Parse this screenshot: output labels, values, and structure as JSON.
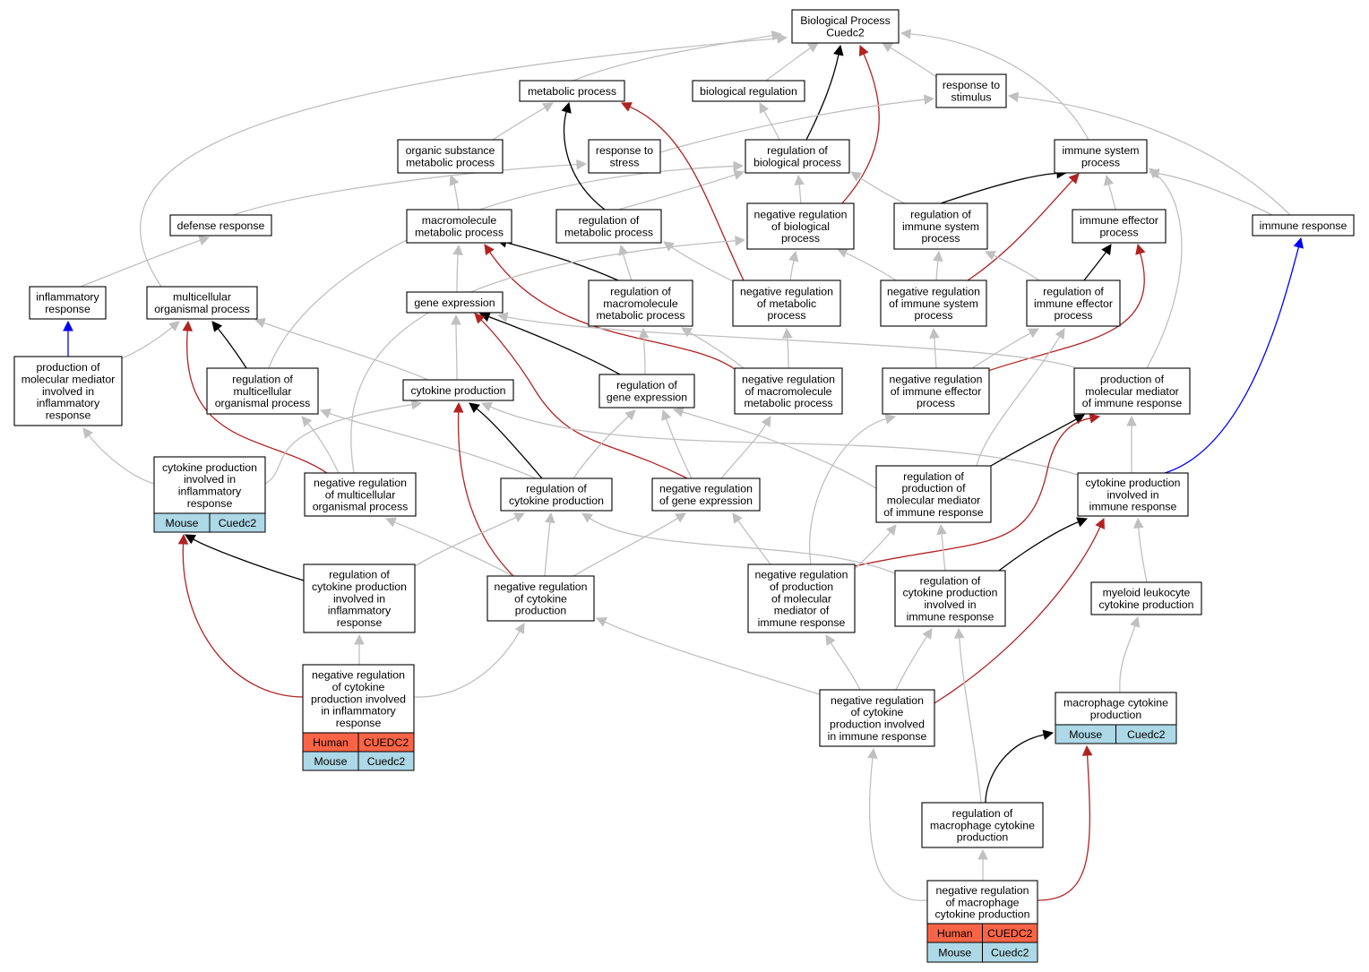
{
  "colors": {
    "is_a": "#c0c0c0",
    "regulates": "#000000",
    "negatively_regulates": "#b22222",
    "part_of": "#0000ff",
    "human": "#fa6446",
    "mouse": "#add8e6"
  },
  "nodes": {
    "bp": [
      "Biological Process",
      "Cuedc2"
    ],
    "metabolic": [
      "metabolic process"
    ],
    "bioreg": [
      "biological regulation"
    ],
    "stimulus": [
      "response to",
      "stimulus"
    ],
    "orgsub": [
      "organic substance",
      "metabolic process"
    ],
    "stress": [
      "response to",
      "stress"
    ],
    "regbio": [
      "regulation of",
      "biological process"
    ],
    "immsys": [
      "immune system",
      "process"
    ],
    "defense": [
      "defense response"
    ],
    "macro": [
      "macromolecule",
      "metabolic process"
    ],
    "regmet": [
      "regulation of",
      "metabolic process"
    ],
    "negbio": [
      "negative regulation",
      "of biological",
      "process"
    ],
    "regimmsys": [
      "regulation of",
      "immune system",
      "process"
    ],
    "immeff": [
      "immune effector",
      "process"
    ],
    "immresp": [
      "immune response"
    ],
    "inflam": [
      "inflammatory",
      "response"
    ],
    "multi": [
      "multicellular",
      "organismal process"
    ],
    "geneexp": [
      "gene expression"
    ],
    "regmacro": [
      "regulation of",
      "macromolecule",
      "metabolic process"
    ],
    "negmet": [
      "negative regulation",
      "of metabolic",
      "process"
    ],
    "negimmsys": [
      "negative regulation",
      "of immune system",
      "process"
    ],
    "regimmeff": [
      "regulation of",
      "immune effector",
      "process"
    ],
    "prodinflam": [
      "production of",
      "molecular mediator",
      "involved in",
      "inflammatory",
      "response"
    ],
    "regmulti": [
      "regulation of",
      "multicellular",
      "organismal process"
    ],
    "cytprod": [
      "cytokine production"
    ],
    "reggene": [
      "regulation of",
      "gene expression"
    ],
    "negmacro": [
      "negative regulation",
      "of macromolecule",
      "metabolic process"
    ],
    "negimmeff": [
      "negative regulation",
      "of immune effector",
      "process"
    ],
    "prodimm": [
      "production of",
      "molecular mediator",
      "of immune response"
    ],
    "cytinflam": [
      "cytokine production",
      "involved in",
      "inflammatory",
      "response"
    ],
    "negmulti": [
      "negative regulation",
      "of multicellular",
      "organismal process"
    ],
    "regcyt": [
      "regulation of",
      "cytokine production"
    ],
    "neggene": [
      "negative regulation",
      "of gene expression"
    ],
    "regprodimm": [
      "regulation of",
      "production of",
      "molecular mediator",
      "of immune response"
    ],
    "cytimm": [
      "cytokine production",
      "involved in",
      "immune response"
    ],
    "regcytinflam": [
      "regulation of",
      "cytokine production",
      "involved in",
      "inflammatory",
      "response"
    ],
    "negcyt": [
      "negative regulation",
      "of cytokine",
      "production"
    ],
    "negprodimm": [
      "negative regulation",
      "of production",
      "of molecular",
      "mediator of",
      "immune response"
    ],
    "regcytimm": [
      "regulation of",
      "cytokine production",
      "involved in",
      "immune response"
    ],
    "myeloid": [
      "myeloid leukocyte",
      "cytokine production"
    ],
    "negcytinflam": [
      "negative regulation",
      "of cytokine",
      "production involved",
      "in inflammatory",
      "response"
    ],
    "negcytimm": [
      "negative regulation",
      "of cytokine",
      "production involved",
      "in immune response"
    ],
    "macrocyt": [
      "macrophage cytokine",
      "production"
    ],
    "regmacrocyt": [
      "regulation of",
      "macrophage cytokine",
      "production"
    ],
    "negmacrocyt": [
      "negative regulation",
      "of macrophage",
      "cytokine production"
    ]
  },
  "annotations": {
    "cytinflam": [
      [
        "Mouse",
        "Cuedc2"
      ]
    ],
    "negcytinflam": [
      [
        "Human",
        "CUEDC2"
      ],
      [
        "Mouse",
        "Cuedc2"
      ]
    ],
    "macrocyt": [
      [
        "Mouse",
        "Cuedc2"
      ]
    ],
    "negmacrocyt": [
      [
        "Human",
        "CUEDC2"
      ],
      [
        "Mouse",
        "Cuedc2"
      ]
    ]
  },
  "edges": [
    [
      "metabolic",
      "bp",
      "is_a"
    ],
    [
      "bioreg",
      "bp",
      "is_a"
    ],
    [
      "stimulus",
      "bp",
      "is_a"
    ],
    [
      "regbio",
      "bp",
      "regulates"
    ],
    [
      "negbio",
      "bp",
      "negatively_regulates"
    ],
    [
      "immsys",
      "bp",
      "is_a"
    ],
    [
      "multi",
      "bp",
      "is_a"
    ],
    [
      "orgsub",
      "metabolic",
      "is_a"
    ],
    [
      "regbio",
      "bioreg",
      "is_a"
    ],
    [
      "stress",
      "stimulus",
      "is_a"
    ],
    [
      "immresp",
      "stimulus",
      "is_a"
    ],
    [
      "macro",
      "orgsub",
      "is_a"
    ],
    [
      "defense",
      "stress",
      "is_a"
    ],
    [
      "regmet",
      "regbio",
      "is_a"
    ],
    [
      "negbio",
      "regbio",
      "is_a"
    ],
    [
      "regimmsys",
      "regbio",
      "is_a"
    ],
    [
      "regmulti",
      "regbio",
      "is_a"
    ],
    [
      "regimmsys",
      "immsys",
      "regulates"
    ],
    [
      "negimmsys",
      "immsys",
      "negatively_regulates"
    ],
    [
      "immeff",
      "immsys",
      "is_a"
    ],
    [
      "immresp",
      "immsys",
      "is_a"
    ],
    [
      "prodimm",
      "immsys",
      "is_a"
    ],
    [
      "geneexp",
      "macro",
      "is_a"
    ],
    [
      "regmacro",
      "macro",
      "regulates"
    ],
    [
      "negmacro",
      "macro",
      "negatively_regulates"
    ],
    [
      "regmet",
      "metabolic",
      "regulates"
    ],
    [
      "negmet",
      "metabolic",
      "negatively_regulates"
    ],
    [
      "regmacro",
      "regmet",
      "is_a"
    ],
    [
      "negmet",
      "regmet",
      "is_a"
    ],
    [
      "negmet",
      "negbio",
      "is_a"
    ],
    [
      "negimmsys",
      "negbio",
      "is_a"
    ],
    [
      "negmulti",
      "negbio",
      "is_a"
    ],
    [
      "negimmsys",
      "regimmsys",
      "is_a"
    ],
    [
      "regimmeff",
      "regimmsys",
      "is_a"
    ],
    [
      "regimmeff",
      "immeff",
      "regulates"
    ],
    [
      "negimmeff",
      "immeff",
      "negatively_regulates"
    ],
    [
      "inflam",
      "defense",
      "is_a"
    ],
    [
      "prodinflam",
      "inflam",
      "part_of"
    ],
    [
      "prodinflam",
      "multi",
      "is_a"
    ],
    [
      "regmulti",
      "multi",
      "regulates"
    ],
    [
      "negmulti",
      "multi",
      "negatively_regulates"
    ],
    [
      "cytprod",
      "multi",
      "is_a"
    ],
    [
      "cytprod",
      "geneexp",
      "is_a"
    ],
    [
      "reggene",
      "geneexp",
      "regulates"
    ],
    [
      "neggene",
      "geneexp",
      "negatively_regulates"
    ],
    [
      "reggene",
      "regmacro",
      "is_a"
    ],
    [
      "negmacro",
      "regmacro",
      "is_a"
    ],
    [
      "negmacro",
      "negmet",
      "is_a"
    ],
    [
      "negimmeff",
      "negimmsys",
      "is_a"
    ],
    [
      "negimmeff",
      "regimmeff",
      "is_a"
    ],
    [
      "regprodimm",
      "regimmeff",
      "is_a"
    ],
    [
      "prodimm",
      "geneexp",
      "is_a"
    ],
    [
      "cytinflam",
      "prodinflam",
      "is_a"
    ],
    [
      "cytinflam",
      "cytprod",
      "is_a"
    ],
    [
      "negmulti",
      "regmulti",
      "is_a"
    ],
    [
      "regcyt",
      "regmulti",
      "is_a"
    ],
    [
      "regcyt",
      "cytprod",
      "regulates"
    ],
    [
      "negcyt",
      "cytprod",
      "negatively_regulates"
    ],
    [
      "cytimm",
      "cytprod",
      "is_a"
    ],
    [
      "regcyt",
      "reggene",
      "is_a"
    ],
    [
      "neggene",
      "reggene",
      "is_a"
    ],
    [
      "neggene",
      "negmacro",
      "is_a"
    ],
    [
      "regprodimm",
      "reggene",
      "is_a"
    ],
    [
      "regprodimm",
      "prodimm",
      "regulates"
    ],
    [
      "negprodimm",
      "prodimm",
      "negatively_regulates"
    ],
    [
      "cytimm",
      "prodimm",
      "is_a"
    ],
    [
      "cytimm",
      "immresp",
      "part_of"
    ],
    [
      "negprodimm",
      "negimmeff",
      "is_a"
    ],
    [
      "regcytinflam",
      "cytinflam",
      "regulates"
    ],
    [
      "negcytinflam",
      "cytinflam",
      "negatively_regulates"
    ],
    [
      "regcytinflam",
      "regcyt",
      "is_a"
    ],
    [
      "negcyt",
      "regcyt",
      "is_a"
    ],
    [
      "negcyt",
      "negmulti",
      "is_a"
    ],
    [
      "negcyt",
      "neggene",
      "is_a"
    ],
    [
      "regcytimm",
      "regcyt",
      "is_a"
    ],
    [
      "negprodimm",
      "neggene",
      "is_a"
    ],
    [
      "negprodimm",
      "regprodimm",
      "is_a"
    ],
    [
      "regcytimm",
      "regprodimm",
      "is_a"
    ],
    [
      "regcytimm",
      "cytimm",
      "regulates"
    ],
    [
      "negcytimm",
      "cytimm",
      "negatively_regulates"
    ],
    [
      "myeloid",
      "cytimm",
      "is_a"
    ],
    [
      "negcytinflam",
      "regcytinflam",
      "is_a"
    ],
    [
      "negcytinflam",
      "negcyt",
      "is_a"
    ],
    [
      "negcytimm",
      "negcyt",
      "is_a"
    ],
    [
      "negcytimm",
      "negprodimm",
      "is_a"
    ],
    [
      "negcytimm",
      "regcytimm",
      "is_a"
    ],
    [
      "macrocyt",
      "myeloid",
      "is_a"
    ],
    [
      "regmacrocyt",
      "macrocyt",
      "regulates"
    ],
    [
      "regmacrocyt",
      "regcytimm",
      "is_a"
    ],
    [
      "negmacrocyt",
      "regmacrocyt",
      "is_a"
    ],
    [
      "negmacrocyt",
      "macrocyt",
      "negatively_regulates"
    ],
    [
      "negmacrocyt",
      "negcytimm",
      "is_a"
    ]
  ]
}
